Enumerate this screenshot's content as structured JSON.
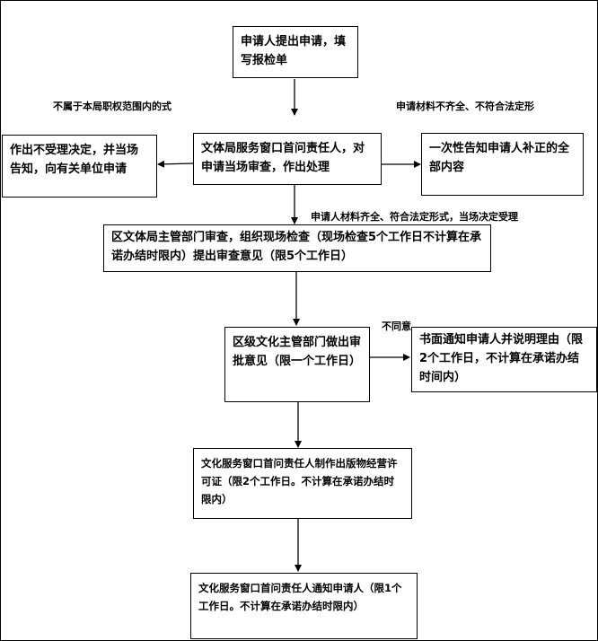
{
  "nodes": {
    "apply": "申请人提出申请，填写报检单",
    "window_review": "文体局服务窗口首问责任人，对申请当场审查，作出处理",
    "reject": "作出不受理决定，并当场告知，向有关单位申请",
    "supplement": "一次性告知申请人补正的全部内容",
    "district_review": "区文体局主管部门审查，组织现场检查（现场检查5个工作日不计算在承诺办结时限内）提出审查意见（限5个工作日）",
    "approval": "区级文化主管部门做出审批意见（限一个工作日）",
    "notify_reason": "书面通知申请人并说明理由（限2个工作日，不计算在承诺办结时间内）",
    "make_license": "文化服务窗口首问责任人制作出版物经营许可证（限2个工作日。不计算在承诺办结时限内）",
    "notify_applicant": "文化服务窗口首问责任人通知申请人（限1个工作日。不计算在承诺办结时限内）"
  },
  "edge_labels": {
    "out_of_scope": "不属于本局职权范围内的式",
    "incomplete": "申请材料不齐全、不符合法定形",
    "complete": "申请人材料齐全、符合法定形式，当场决定受理",
    "disagree": "不同意"
  }
}
